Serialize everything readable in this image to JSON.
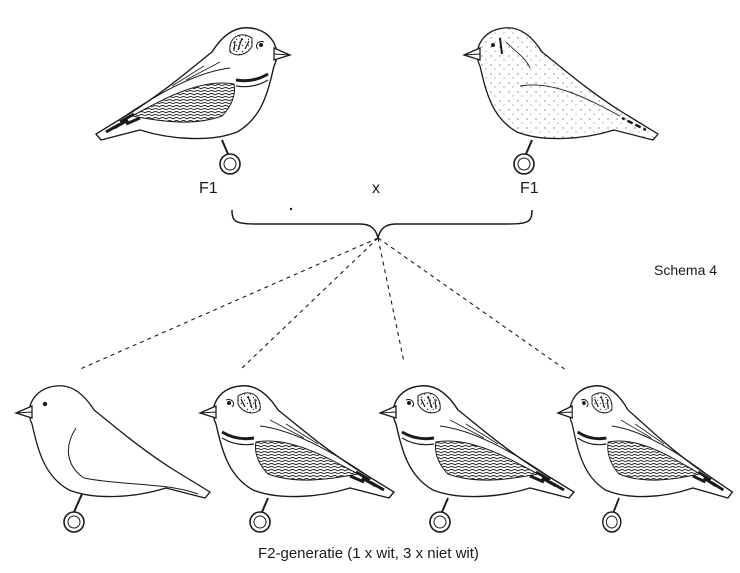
{
  "parents": {
    "left_label": "F1",
    "cross_symbol": "x",
    "right_label": "F1"
  },
  "schema_label": "Schema 4",
  "caption": "F2-generatie (1 x wit, 3 x niet wit)",
  "offspring": [
    {
      "phenotype": "wit"
    },
    {
      "phenotype": "niet wit"
    },
    {
      "phenotype": "niet wit"
    },
    {
      "phenotype": "niet wit"
    }
  ]
}
